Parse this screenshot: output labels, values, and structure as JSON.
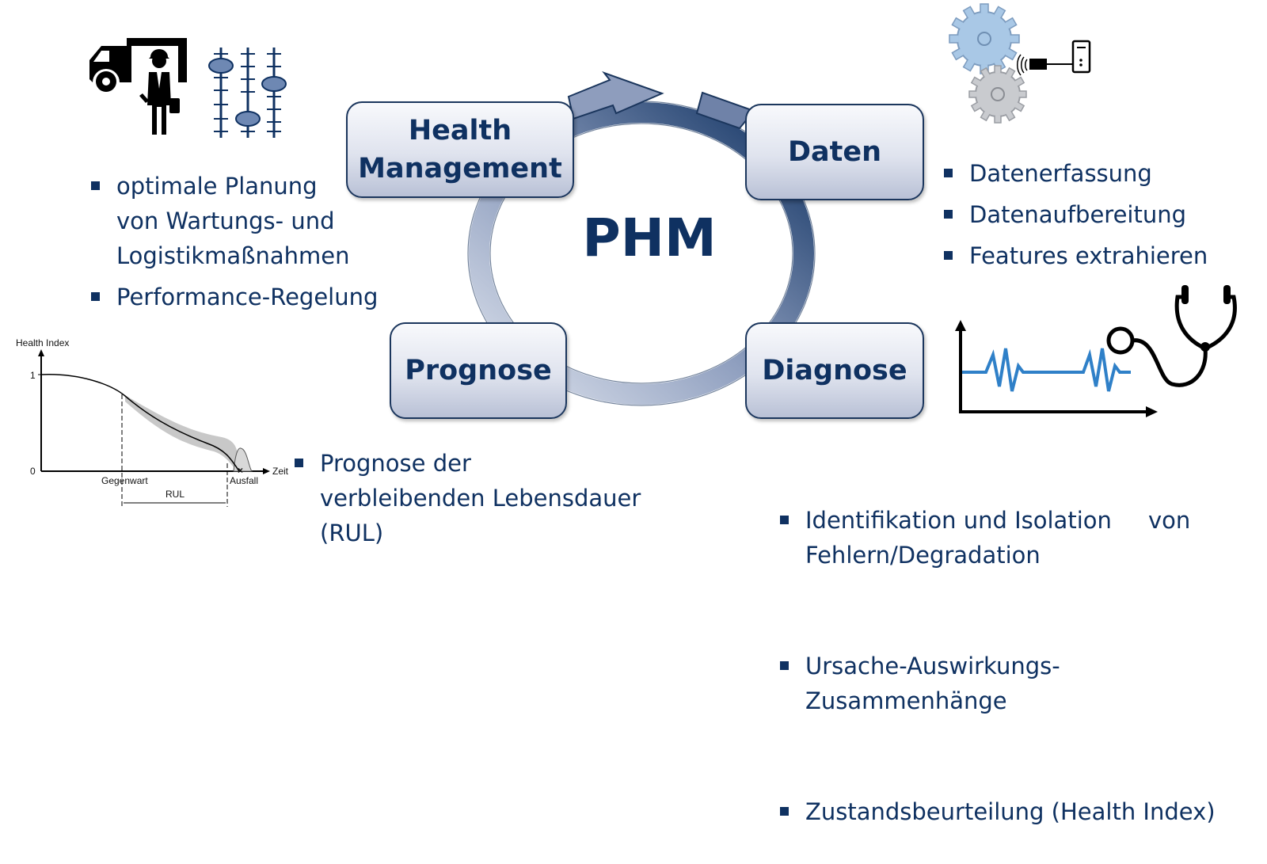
{
  "center": {
    "title": "PHM"
  },
  "boxes": {
    "health_management": {
      "line1": "Health",
      "line2": "Management"
    },
    "daten": "Daten",
    "prognose": "Prognose",
    "diagnose": "Diagnose"
  },
  "health_management_bullets": [
    "optimale Planung von Wartungs- und Logistikmaßnahmen",
    "Performance-Regelung"
  ],
  "daten_bullets": [
    "Datenerfassung",
    "Datenaufbereitung",
    "Features extrahieren"
  ],
  "prognose_bullets": [
    "Prognose der verbleibenden Lebensdauer (RUL)"
  ],
  "diagnose_bullets": [
    "Identifikation und Isolation     von Fehlern/Degradation",
    "Ursache-Auswirkungs-Zusammenhänge",
    "Zustandsbeurteilung (Health Index)"
  ],
  "health_chart": {
    "ylabel": "Health Index",
    "xlabel": "Zeit",
    "y_tick_1": "1",
    "y_tick_0": "0",
    "now_label": "Gegenwart",
    "failure_label": "Ausfall",
    "rul_label": "RUL"
  },
  "icons": {
    "maintenance": "truck-technician-icon",
    "controls": "slider-controls-icon",
    "data": "gears-sensor-icon",
    "diagnosis": "stethoscope-ecg-icon"
  },
  "colors": {
    "primary": "#0f3161",
    "gear_blue": "#a9c8e6",
    "ecg_blue": "#2f80c8"
  }
}
